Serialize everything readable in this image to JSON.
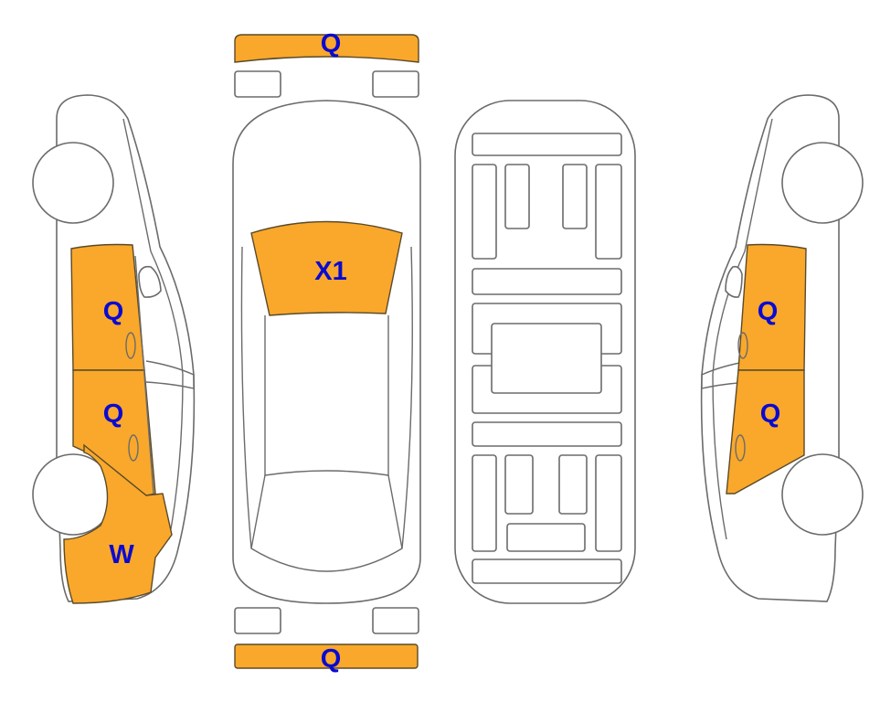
{
  "colors": {
    "damage": "#F9A82B",
    "label": "#0A0AD0",
    "outline": "#6B6B6B"
  },
  "views": {
    "left_side": {
      "front_door": "Q",
      "rear_door": "Q",
      "rear_quarter": "W"
    },
    "top": {
      "front_bumper": "Q",
      "windshield": "X1",
      "rear_bumper": "Q"
    },
    "underbody": {},
    "right_side": {
      "front_door": "Q",
      "rear_door": "Q"
    }
  }
}
